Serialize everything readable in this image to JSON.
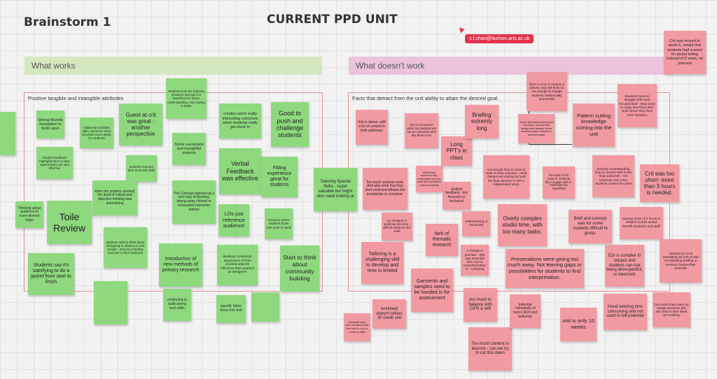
{
  "board": {
    "title": "Brainstorm 1",
    "heading": "CURRENT PPD UNIT",
    "collaborator": "s.f.chan@fashion.arts.ac.uk"
  },
  "sections": {
    "works": {
      "label": "What works",
      "frame_title": "Positive tangible and intangible attributes",
      "color": "#d4e8c0"
    },
    "doesnt": {
      "label": "What doesn't work",
      "frame_title": "Facts that detract from the unit ability to attain the desired goal.",
      "color": "#ecc3dc"
    }
  },
  "colors": {
    "green_note": "#8ed97e",
    "pink_note": "#f29aa2",
    "frame_border": "#e89090",
    "cursor": "#e5334d"
  },
  "notes": {
    "g1": "",
    "g2": "Strong Moodle foundation to build upon",
    "g3": "Student feedback highlights face to face supervisions are very effective",
    "g4": "Thinking about audience in more diverse ways",
    "g5": "Toile Review",
    "g6": "Students say it's satisfying to do a jacket from start to finish",
    "g7": "Additional activities, talks, seminars have provided more depth for students",
    "g8": "Guest at crit was great - another perspective",
    "g9": "students improve their technical skills",
    "g10": "Students love the tailoring sessions and say it is beneficial for future understanding, A&I making is better",
    "g11": "Some successful and thoughtful projects",
    "g12": "when the projects worked, the level of critical and objective thinking was astonishing",
    "g13": "The Concept opened up a new way of thinking, taking away cliched or exhausted consumer market",
    "g14": "students start to think about designing in relation to real people - not just a fantasy exercise in their bedroom",
    "g15": "",
    "g16": "Introduction of new methods of primary research",
    "g17": "continuing to build strong tech skills",
    "g18": "creates some really interesting outcomes when students really get stuck in",
    "g19": "Verbal Feedback was effective",
    "g20": "LOs just reference audience",
    "g21": "Building contextual awareness of how societal aspects influence their practice as designers",
    "g22": "specific fabric focus incl visit",
    "g23": "",
    "g24": "Good to push and challenge students",
    "g25": "Fitting experience great for students",
    "g26": "sessions where students loose with work in hand",
    "g27": "Start to think about community building",
    "g28": "Tailoring Special Skills - super valuable but might also need looking at",
    "p1": "Unit is dense, with a lot of content in both pathways",
    "p2": "EDI is of extreme value but students are not as critical as we'd like them to be",
    "p3": "Too much summer work. And also work that they dont understand/have the knowledge to complete.",
    "p4": "Workshops presence they understand summer work and completed it all successfully",
    "p5": "too stringent re workload and time - difficult students who work",
    "p6": "Tailoring is a challenging skill to develop and time is limited",
    "p7": "workload doesn't reflect 20 credit unit",
    "p8": "Students have also remarked that the unit is a lot of work for staff",
    "p9": "Long PPT's in class",
    "p10": "student feedback - too focused on technical",
    "p11": "lack of thematic research",
    "p12": "Garments and samples need to be handed in for assessment",
    "p13": "Briefing extremly long",
    "p14": "understanding of community",
    "p15": "A change in priorities - EDI was essential then not so essential further in - confusing",
    "p16": "too much to balance with CIFR & WE",
    "p17": "Too much content in lessons - can we try to cut this down",
    "p18": "there is a lot of content to delivery and still feels it's not enough to engage students intellectually around EDI",
    "p19": "Some technical workshops cut short, means that design and sample room sessions were missed to accommodate",
    "p20": "not enough time in class to work on final outcome - most classes are activity led and the final outcome is left to independent study",
    "p21": "Overly complex studio time, with too many tasks.",
    "p22": "potential complexity of topics (EDI and tailoring)",
    "p23": "Presenations were giving too much away. Not leaving gaps or possibilities for students to find interpretation.",
    "p24": "Pattern cutting knowledge coming into the unit",
    "p25": "EDI topic in the autumn, students don't engage with it - interviews too superficial",
    "p26": "properly understanding how to connect EDI to the final outcomes - not everyone, but some students missed the point",
    "p27": "Brief and concept was for some students difficult to grasp.",
    "p28": "EDI is complex to unpack and students can risk being disrespectful, or tokenistic",
    "p29": "Hand tailoring time consuming and not used to full potential",
    "p30": "unit is only 10 weeks",
    "p31": "Students seem to struggle with such focused brief - they seem to enjoy less than other units where they have more freedom.",
    "p32": "Crit was too short- more than 3 hours is needed.",
    "p33": "Having more of a focus in relation to EDI would benefit students and staff",
    "p34": "Attendance is not something we look at and not attending briefing or sessions hinders their potential",
    "p35": "One week there were no design sessions: this also lead to their ideas not evolving.",
    "p36": "Crit was moved to week 6, meant that students had a week for jacket toiling instead of 2 week, as planned"
  }
}
